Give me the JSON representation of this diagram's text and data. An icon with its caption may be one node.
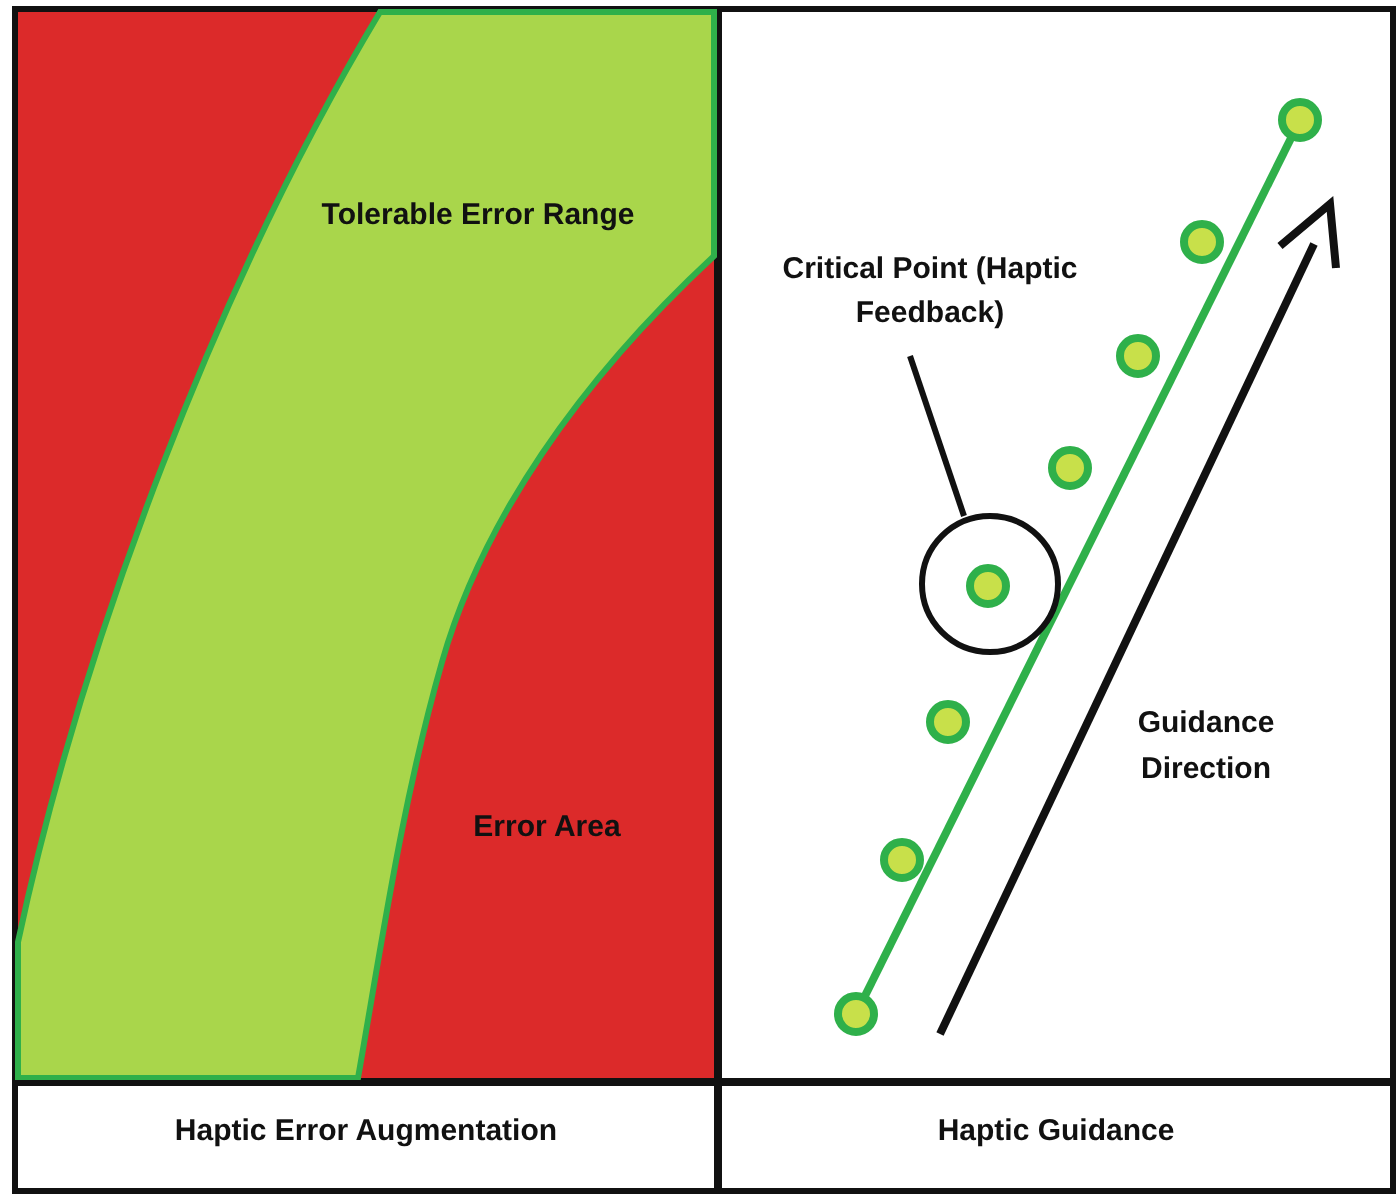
{
  "diagram": {
    "nodes": [
      {
        "text": [
          "Tolerable Error Range"
        ]
      },
      {
        "text": [
          "Error Area"
        ]
      },
      {
        "text": [
          "Critical Point (Haptic Feedback)"
        ]
      },
      {
        "text": [],
        "shape": "circle"
      },
      {
        "text": [
          "Haptic Error Augmentation"
        ]
      },
      {
        "text": [
          "Haptic Guidance"
        ]
      }
    ],
    "edges": [
      {
        "from": 2,
        "to": 3,
        "arrow": "none"
      }
    ],
    "labels": [
      "Guidance Direction"
    ]
  }
}
